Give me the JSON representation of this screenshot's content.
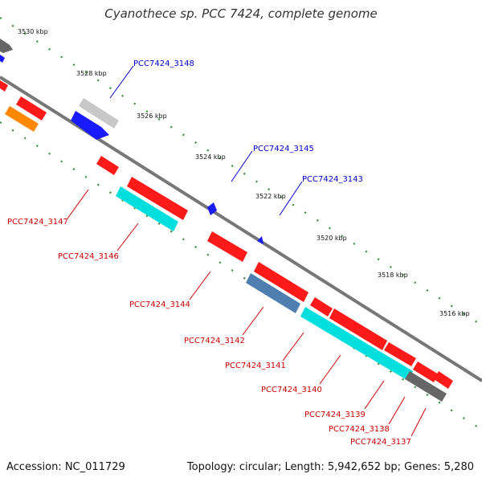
{
  "title": "Cyanothece sp. PCC 7424, complete genome",
  "footer": {
    "accession": "Accession: NC_011729",
    "summary": "Topology: circular; Length: 5,942,652 bp; Genes: 5,280"
  },
  "colors": {
    "backbone": "#777777",
    "tick": "#2e8b2e",
    "forward_label": "#0000cc",
    "reverse_label": "#cc0000"
  },
  "ticks": [
    "3530 kbp",
    "3528 kbp",
    "3526 kbp",
    "3524 kbp",
    "3522 kbp",
    "3520 kbp",
    "3518 kbp",
    "3516 kbp"
  ],
  "forward_labels": [
    "PCC7424_3148",
    "PCC7424_3145",
    "PCC7424_3143"
  ],
  "reverse_labels": [
    "PCC7424_3147",
    "PCC7424_3146",
    "PCC7424_3144",
    "PCC7424_3142",
    "PCC7424_3141",
    "PCC7424_3140",
    "PCC7424_3139",
    "PCC7424_3138",
    "PCC7424_3137"
  ]
}
